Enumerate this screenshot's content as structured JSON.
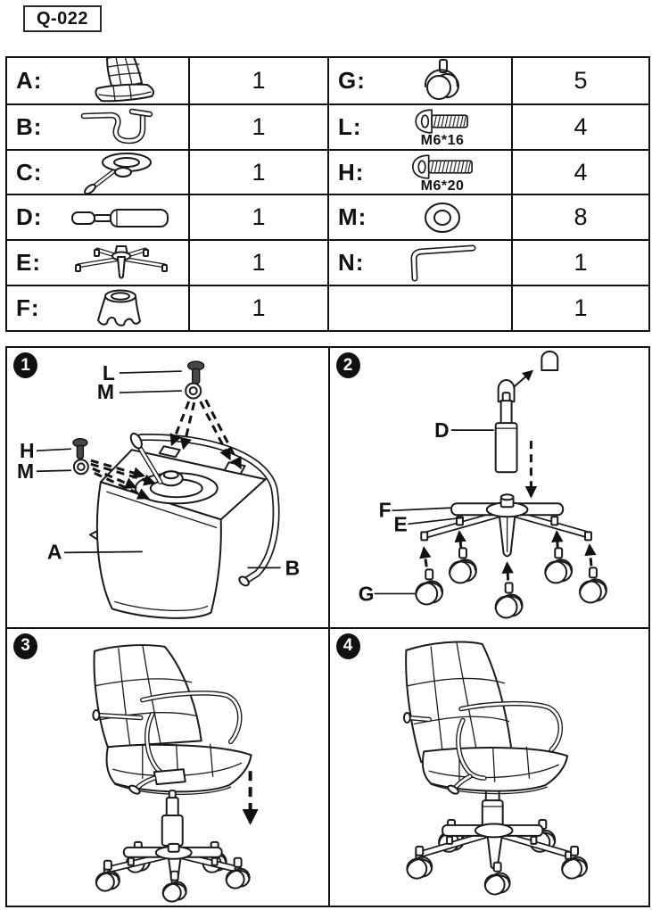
{
  "title": "Q-022",
  "parts_table": {
    "rows": [
      {
        "left": {
          "label": "A:",
          "icon": "seat-backrest-icon",
          "qty": "1"
        },
        "right": {
          "label": "G:",
          "icon": "caster-wheel-icon",
          "qty": "5"
        }
      },
      {
        "left": {
          "label": "B:",
          "icon": "armrest-frame-icon",
          "qty": "1"
        },
        "right": {
          "label": "L:",
          "icon": "screw-m6x16-icon",
          "caption": "M6*16",
          "qty": "4"
        }
      },
      {
        "left": {
          "label": "C:",
          "icon": "swivel-plate-icon",
          "qty": "1"
        },
        "right": {
          "label": "H:",
          "icon": "screw-m6x20-icon",
          "caption": "M6*20",
          "qty": "4"
        }
      },
      {
        "left": {
          "label": "D:",
          "icon": "gas-lift-icon",
          "qty": "1"
        },
        "right": {
          "label": "M:",
          "icon": "washer-icon",
          "qty": "8"
        }
      },
      {
        "left": {
          "label": "E:",
          "icon": "star-base-icon",
          "qty": "1"
        },
        "right": {
          "label": "N:",
          "icon": "allen-key-icon",
          "qty": "1"
        }
      },
      {
        "left": {
          "label": "F:",
          "icon": "telescopic-cover-icon",
          "qty": "1"
        },
        "right": {
          "label": "",
          "icon": "",
          "qty": "1"
        }
      }
    ]
  },
  "steps": [
    {
      "number": "1",
      "labels": [
        "L",
        "M",
        "H",
        "M",
        "A",
        "B"
      ]
    },
    {
      "number": "2",
      "labels": [
        "D",
        "F",
        "E",
        "G"
      ]
    },
    {
      "number": "3",
      "labels": []
    },
    {
      "number": "4",
      "labels": []
    }
  ],
  "colors": {
    "line": "#1a1a1a",
    "background": "#ffffff"
  }
}
